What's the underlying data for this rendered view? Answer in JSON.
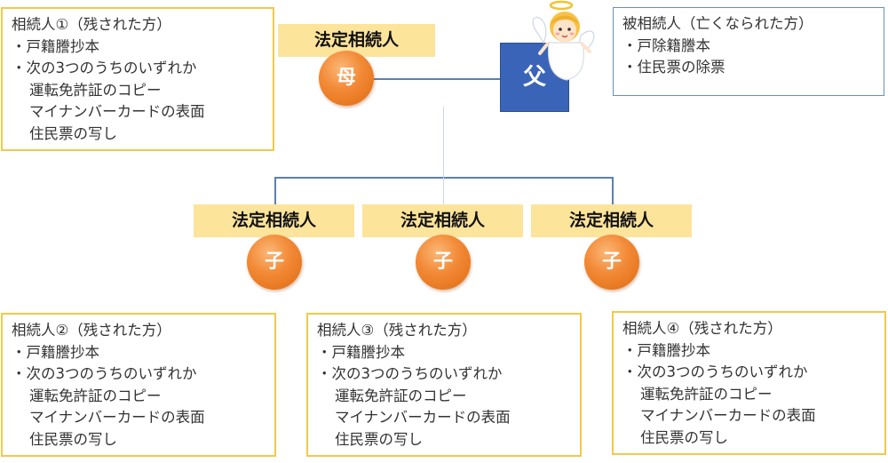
{
  "deceased": {
    "box_lines": [
      "被相続人（亡くなられた方）",
      "・戸除籍謄本",
      "・住民票の除票"
    ],
    "node_label": "父",
    "illustration": "angel-icon"
  },
  "mother": {
    "role_label": "法定相続人",
    "node_label": "母",
    "box_lines": [
      "相続人①（残された方）",
      "・戸籍謄抄本",
      "・次の3つのうちのいずれか",
      "運転免許証のコピー",
      "マイナンバーカードの表面",
      "住民票の写し"
    ]
  },
  "children": [
    {
      "role_label": "法定相続人",
      "node_label": "子",
      "box_lines": [
        "相続人②（残された方）",
        "・戸籍謄抄本",
        "・次の3つのうちのいずれか",
        "運転免許証のコピー",
        "マイナンバーカードの表面",
        "住民票の写し"
      ]
    },
    {
      "role_label": "法定相続人",
      "node_label": "子",
      "box_lines": [
        "相続人③（残された方）",
        "・戸籍謄抄本",
        "・次の3つのうちのいずれか",
        "運転免許証のコピー",
        "マイナンバーカードの表面",
        "住民票の写し"
      ]
    },
    {
      "role_label": "法定相続人",
      "node_label": "子",
      "box_lines": [
        "相続人④（残された方）",
        "・戸籍謄抄本",
        "・次の3つのうちのいずれか",
        "運転免許証のコピー",
        "マイナンバーカードの表面",
        "住民票の写し"
      ]
    }
  ],
  "colors": {
    "banner": "#fde49b",
    "heir_border": "#f2c94c",
    "deceased_border": "#6a8fb8",
    "father_fill": "#3a64b8",
    "circle_fill": "#f28a37"
  }
}
